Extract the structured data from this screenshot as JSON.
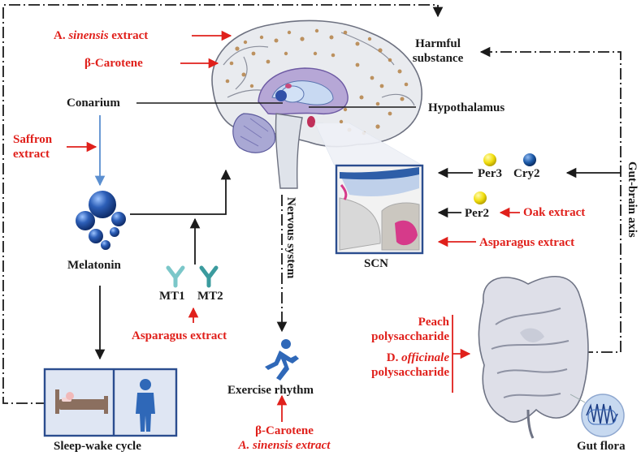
{
  "colors": {
    "red": "#e0201b",
    "black": "#1a1a1a",
    "blue_arrow": "#5b8fd0",
    "melatonin_blue": "#1f4fa0",
    "box_border": "#2b4d8f",
    "box_fill": "#dfe6f3"
  },
  "icons": {
    "brain": "brain-illustration",
    "melatonin": "molecule-spheres",
    "receptors": "y-shaped-receptors",
    "runner": "running-person",
    "bed": "bed",
    "person": "standing-person",
    "intestine": "intestine-illustration",
    "microbe": "bacteria-magnifier"
  },
  "labels": {
    "a_sinensis_top": "A. sinensis extract",
    "a_sinensis_top_italic": "sinensis",
    "beta_carotene_top": "β-Carotene",
    "harmful": "Harmful",
    "substance": "substance",
    "conarium": "Conarium",
    "hypothalamus": "Hypothalamus",
    "saffron": "Saffron",
    "extract": "extract",
    "per3": "Per3",
    "cry2": "Cry2",
    "per2": "Per2",
    "oak_extract": "Oak extract",
    "asparagus_scn": "Asparagus extract",
    "scn": "SCN",
    "melatonin": "Melatonin",
    "mt1": "MT1",
    "mt2": "MT2",
    "asparagus_mt": "Asparagus extract",
    "nervous_system": "Nervous system",
    "gut_brain_axis": "Gut-brain axis",
    "peach": "Peach",
    "polysaccharide": "polysaccharide",
    "d_officinale_prefix": "D. ",
    "d_officinale_italic": "officinale",
    "polysaccharide2": "polysaccharide",
    "exercise_rhythm": "Exercise rhythm",
    "beta_carotene_bottom": "β-Carotene",
    "a_sinensis_bottom": "A. sinensis extract",
    "sleep_wake": "Sleep-wake cycle",
    "gut_flora": "Gut flora"
  }
}
